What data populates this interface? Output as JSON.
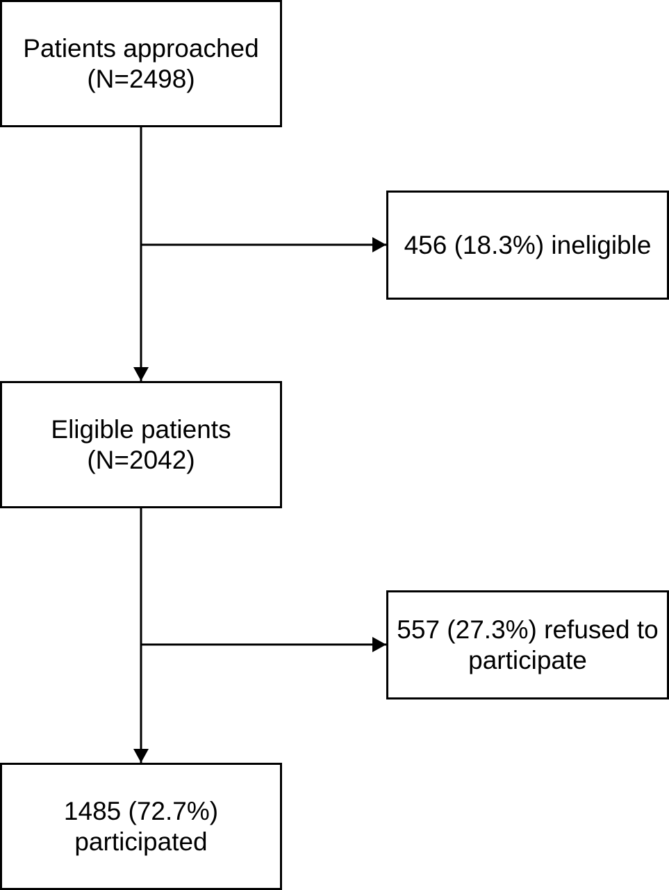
{
  "flowchart": {
    "approached": {
      "line1": "Patients approached",
      "line2": "(N=2498)"
    },
    "ineligible": {
      "line1": "456 (18.3%) ineligible"
    },
    "eligible": {
      "line1": "Eligible patients",
      "line2": "(N=2042)"
    },
    "refused": {
      "line1": "557 (27.3%) refused to",
      "line2": "participate"
    },
    "participated": {
      "line1": "1485 (72.7%)",
      "line2": "participated"
    }
  },
  "colors": {
    "stroke": "#000000",
    "background": "#ffffff"
  }
}
